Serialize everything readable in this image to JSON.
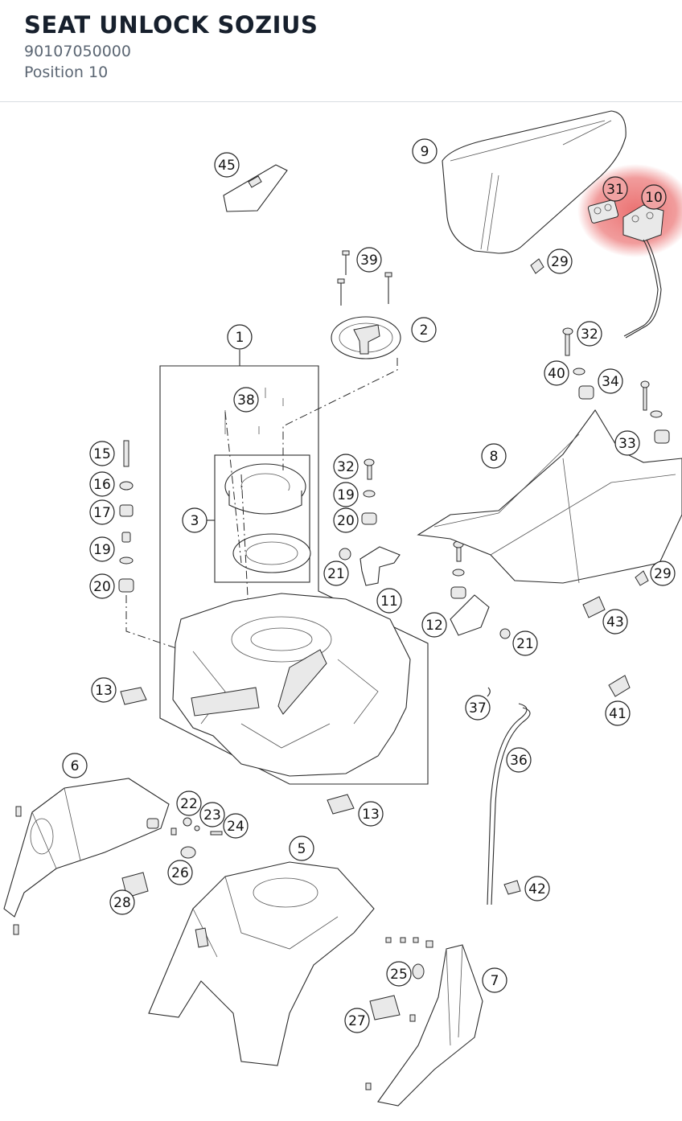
{
  "header": {
    "title": "SEAT UNLOCK SOZIUS",
    "part_number": "90107050000",
    "position_label": "Position 10"
  },
  "colors": {
    "highlight": "#e85a5a",
    "title": "#17202d",
    "subtitle": "#5b6673"
  },
  "diagram": {
    "highlighted_callouts": [
      "31",
      "10"
    ],
    "callouts": [
      {
        "id": "c45",
        "label": "45"
      },
      {
        "id": "c9",
        "label": "9"
      },
      {
        "id": "c31",
        "label": "31"
      },
      {
        "id": "c10",
        "label": "10"
      },
      {
        "id": "c29a",
        "label": "29"
      },
      {
        "id": "c39",
        "label": "39"
      },
      {
        "id": "c2",
        "label": "2"
      },
      {
        "id": "c1",
        "label": "1"
      },
      {
        "id": "c32a",
        "label": "32"
      },
      {
        "id": "c40",
        "label": "40"
      },
      {
        "id": "c34",
        "label": "34"
      },
      {
        "id": "c38",
        "label": "38"
      },
      {
        "id": "c33",
        "label": "33"
      },
      {
        "id": "c8",
        "label": "8"
      },
      {
        "id": "c15",
        "label": "15"
      },
      {
        "id": "c16",
        "label": "16"
      },
      {
        "id": "c17",
        "label": "17"
      },
      {
        "id": "c19a",
        "label": "19"
      },
      {
        "id": "c20a",
        "label": "20"
      },
      {
        "id": "c3",
        "label": "3"
      },
      {
        "id": "c32b",
        "label": "32"
      },
      {
        "id": "c19b",
        "label": "19"
      },
      {
        "id": "c20b",
        "label": "20"
      },
      {
        "id": "c21a",
        "label": "21"
      },
      {
        "id": "c11",
        "label": "11"
      },
      {
        "id": "c12",
        "label": "12"
      },
      {
        "id": "c21b",
        "label": "21"
      },
      {
        "id": "c29b",
        "label": "29"
      },
      {
        "id": "c43",
        "label": "43"
      },
      {
        "id": "c13a",
        "label": "13"
      },
      {
        "id": "c37",
        "label": "37"
      },
      {
        "id": "c41",
        "label": "41"
      },
      {
        "id": "c36",
        "label": "36"
      },
      {
        "id": "c6",
        "label": "6"
      },
      {
        "id": "c22",
        "label": "22"
      },
      {
        "id": "c23",
        "label": "23"
      },
      {
        "id": "c24",
        "label": "24"
      },
      {
        "id": "c13b",
        "label": "13"
      },
      {
        "id": "c5",
        "label": "5"
      },
      {
        "id": "c26",
        "label": "26"
      },
      {
        "id": "c28",
        "label": "28"
      },
      {
        "id": "c42",
        "label": "42"
      },
      {
        "id": "c25",
        "label": "25"
      },
      {
        "id": "c7",
        "label": "7"
      },
      {
        "id": "c27",
        "label": "27"
      }
    ]
  }
}
